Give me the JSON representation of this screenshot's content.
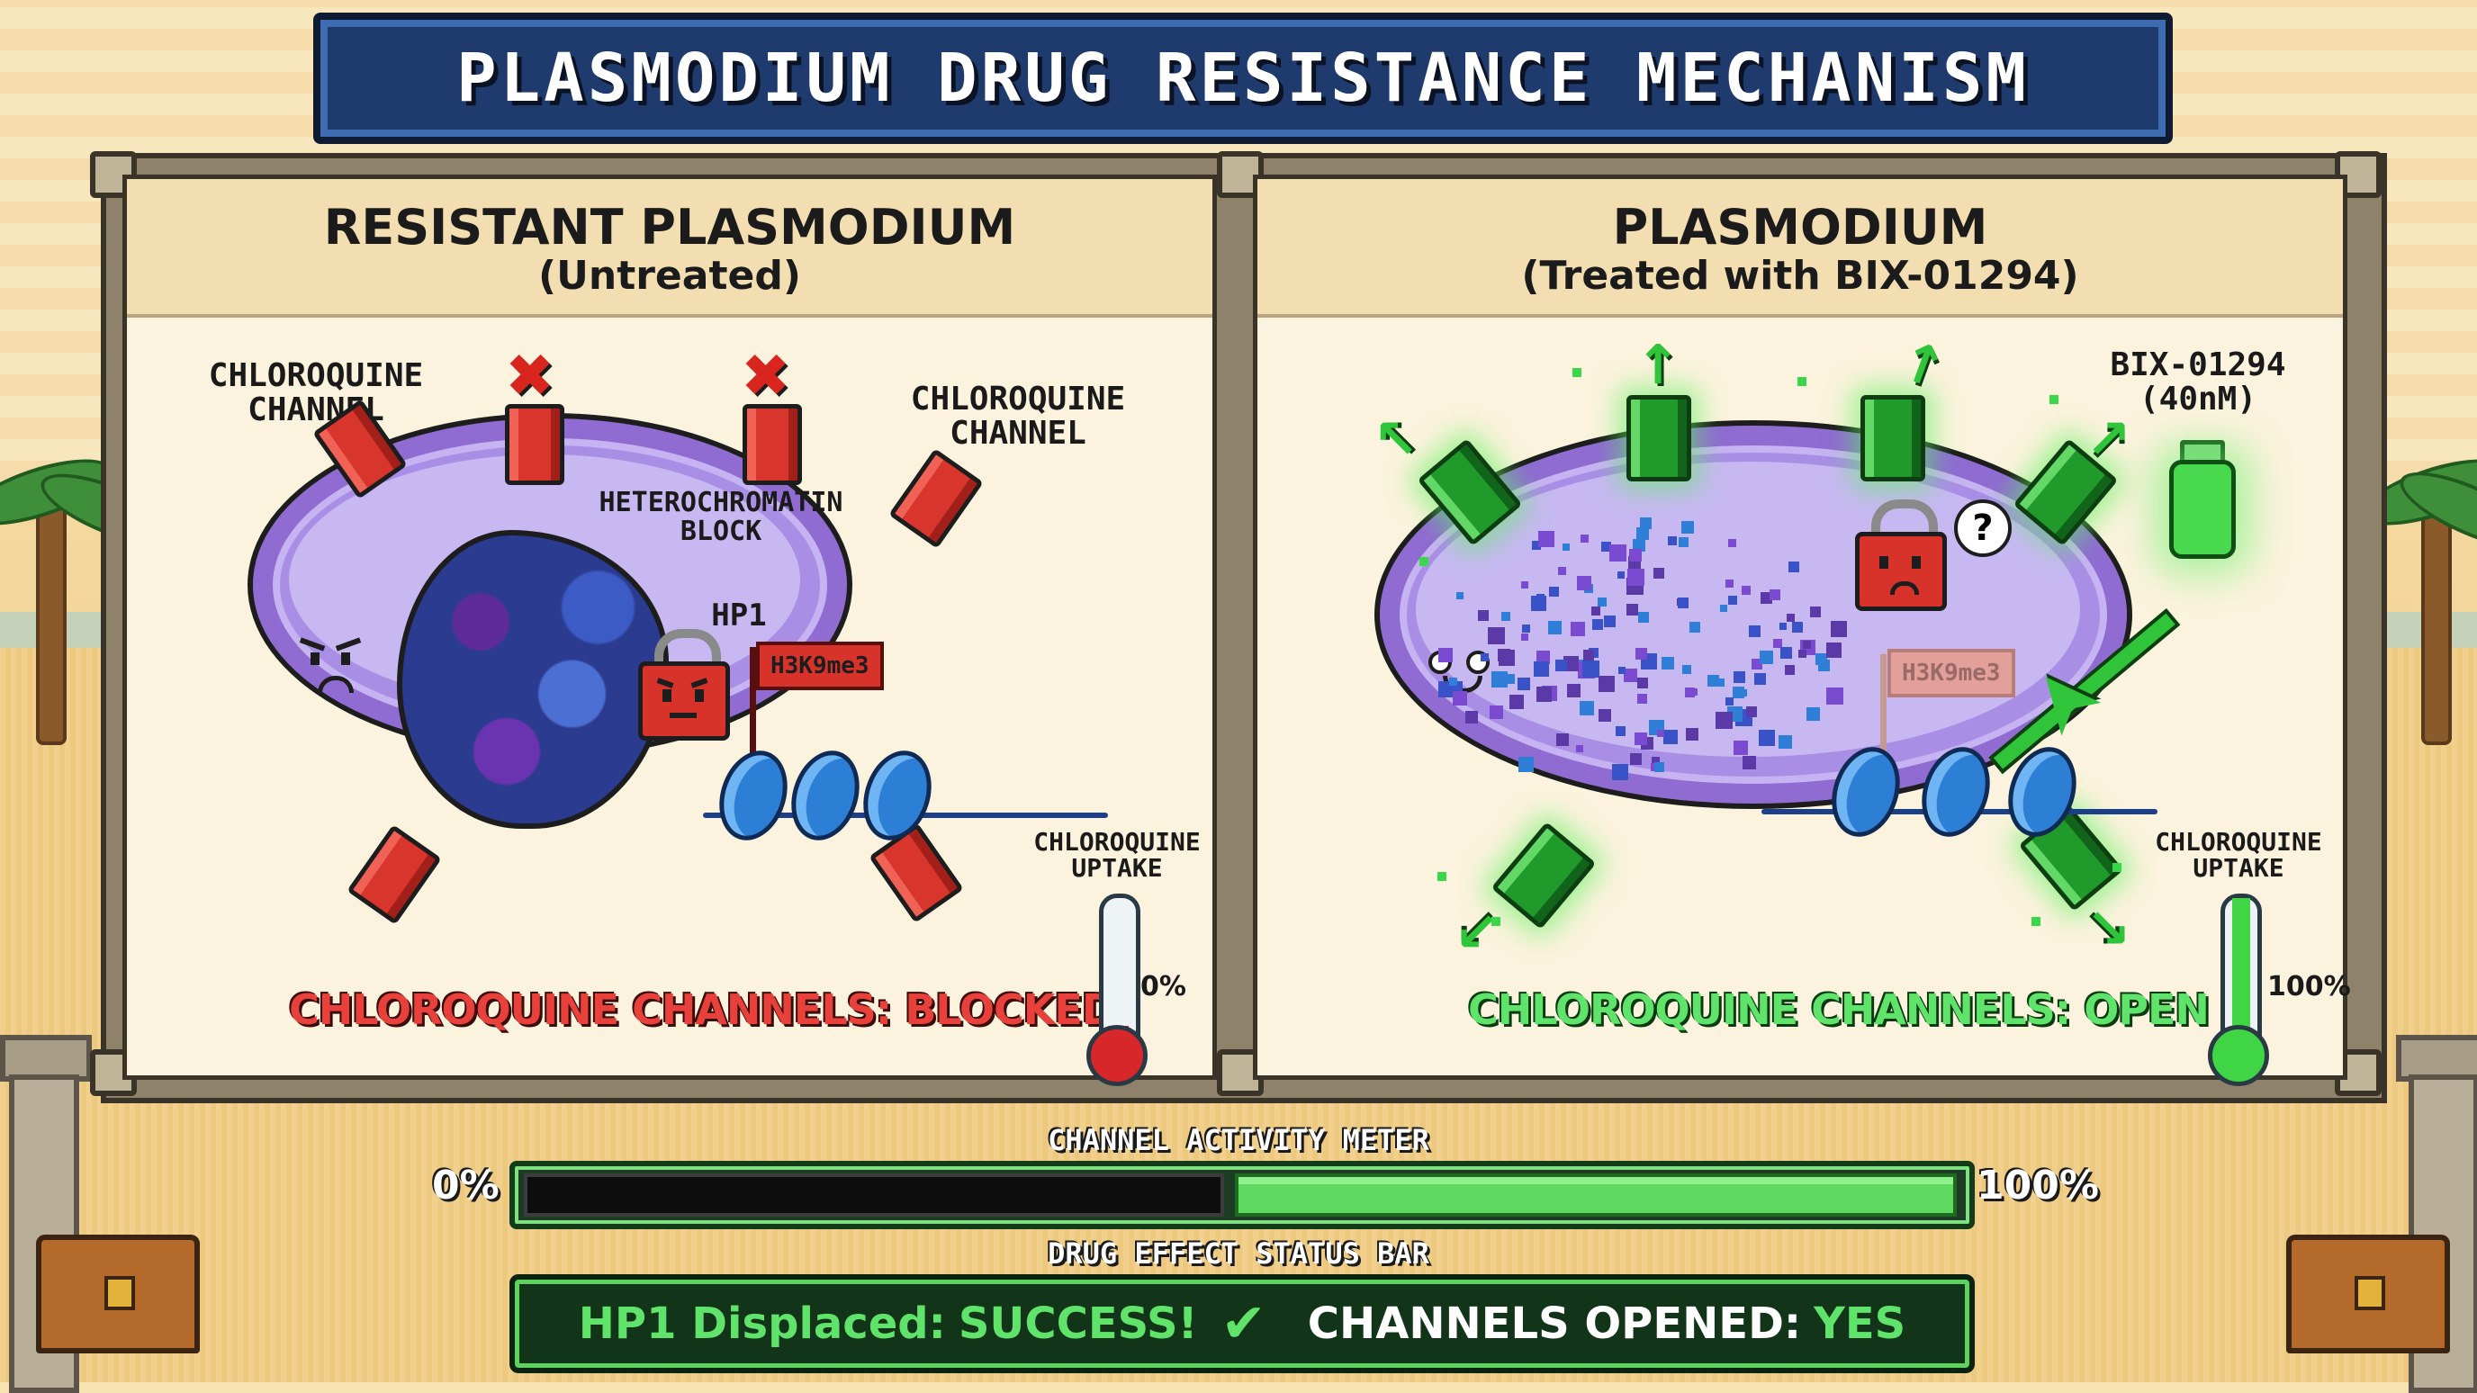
{
  "title": "PLASMODIUM DRUG RESISTANCE MECHANISM",
  "left_panel": {
    "title": "RESISTANT PLASMODIUM",
    "subtitle": "(Untreated)",
    "channel_label_1": "CHLOROQUINE\nCHANNEL",
    "channel_label_2": "CHLOROQUINE\nCHANNEL",
    "heterochromatin_label": "HETEROCHROMATIN\nBLOCK",
    "hp1_label": "HP1",
    "flag_label": "H3K9me3",
    "uptake_label": "CHLOROQUINE\nUPTAKE",
    "uptake_value": "0%",
    "uptake_level": 0.05,
    "status": "CHLOROQUINE CHANNELS: BLOCKED"
  },
  "right_panel": {
    "title": "PLASMODIUM",
    "subtitle": "(Treated with BIX-01294)",
    "drug_label": "BIX-01294\n(40nM)",
    "flag_label": "H3K9me3",
    "question": "?",
    "uptake_label": "CHLOROQUINE\nUPTAKE",
    "uptake_value": "100%",
    "uptake_level": 1.0,
    "status": "CHLOROQUINE CHANNELS: OPEN"
  },
  "meter": {
    "label": "CHANNEL ACTIVITY METER",
    "min_label": "0%",
    "max_label": "100%"
  },
  "status_bar": {
    "label": "DRUG EFFECT STATUS BAR",
    "hp1_key": "HP1 Displaced:",
    "hp1_value": "SUCCESS!",
    "check": "✔",
    "channels_key": "CHANNELS OPENED:",
    "channels_value": "YES"
  },
  "colors": {
    "blocked": "#e8413b",
    "open": "#5fe36a",
    "title_bg": "#1f3b6d"
  }
}
